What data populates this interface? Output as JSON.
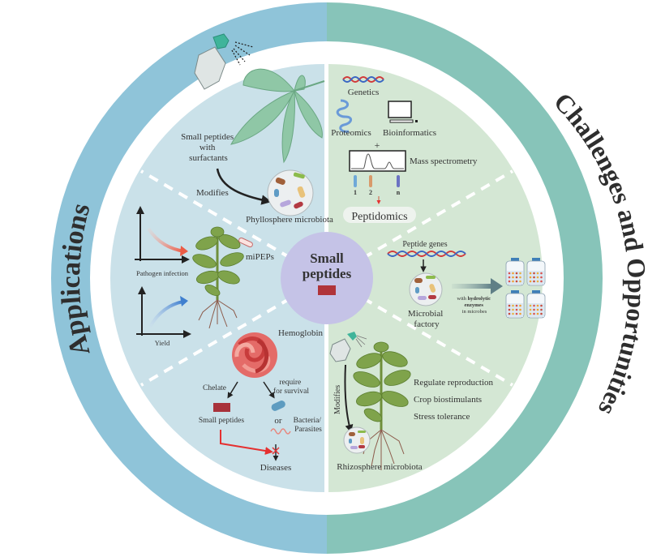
{
  "ring": {
    "left_title": "Applications",
    "right_title": "Challenges and Opportunities"
  },
  "colors": {
    "ring_left": "#8fc4d9",
    "ring_right": "#87c4b9",
    "disc_left": "#cae1e9",
    "disc_right": "#d4e7d4",
    "center": "#c5c3e7",
    "peptide_block": "#b0343a"
  },
  "center": {
    "line1": "Small",
    "line2": "peptides"
  },
  "applications": {
    "phyllosphere": {
      "spray_label": [
        "Small peptides",
        "with",
        "surfactants"
      ],
      "arrow_label": "Modifies",
      "microbiota_label": "Phyllosphere microbiota"
    },
    "mipeps": {
      "label": "miPEPs",
      "graph_top_label": "Pathogen infection",
      "graph_bottom_label": "Yield"
    },
    "hemoglobin": {
      "title": "Hemoglobin",
      "left_arrow_label": "Chelate",
      "right_arrow_label": [
        "require",
        "for survival"
      ],
      "small_peptides_label": "Small peptides",
      "or_label": "or",
      "pathogen_label": [
        "Bacteria/",
        "Parasites"
      ],
      "outcome_label": "Diseases"
    }
  },
  "challenges": {
    "peptidomics": {
      "genetics": "Genetics",
      "proteomics": "Proteomics",
      "bioinformatics": "Bioinformatics",
      "plus": "+",
      "mass_spec": "Mass spectrometry",
      "tube_labels": [
        "1",
        "2",
        "n"
      ],
      "result": "Peptidomics"
    },
    "microbial_factory": {
      "genes_label": "Peptide genes",
      "factory_label": [
        "Microbial",
        "factory"
      ],
      "arrow_label_pre": "with ",
      "arrow_label_bold": "hydrolytic",
      "arrow_label_bold2": "enzymes",
      "arrow_label_post": "in microbes"
    },
    "rhizosphere": {
      "arrow_label": "Modifies",
      "effects": [
        "Regulate reproduction",
        "Crop biostimulants",
        "Stress tolerance"
      ],
      "microbiota_label": "Rhizosphere microbiota"
    }
  }
}
